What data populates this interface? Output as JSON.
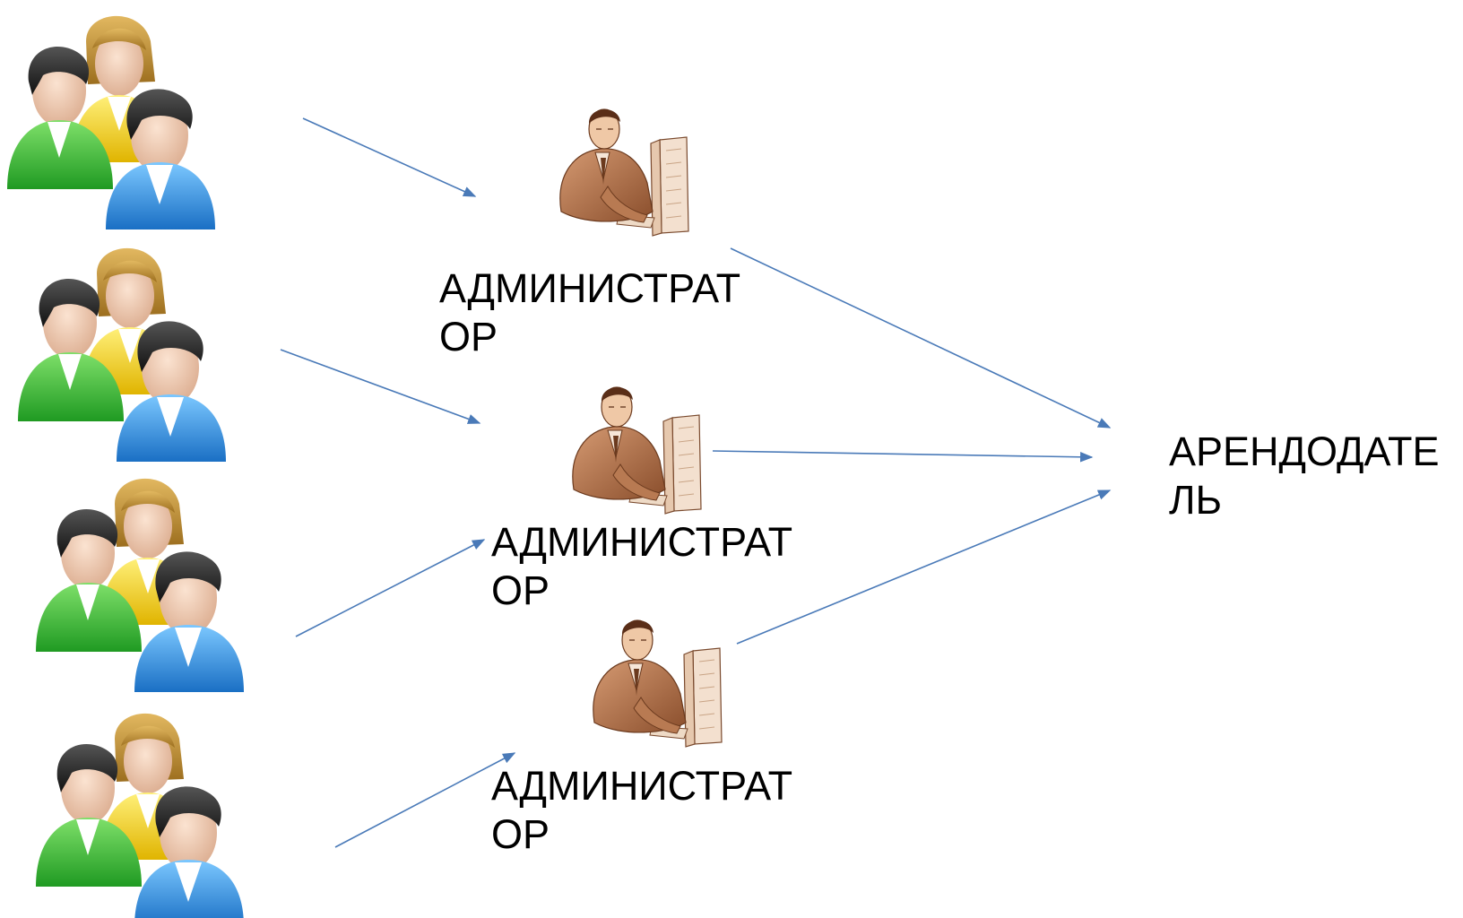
{
  "administrators": [
    {
      "line1": "АДМИНИСТРАТ",
      "line2": "ОР"
    },
    {
      "line1": "АДМИНИСТРАТ",
      "line2": "ОР"
    },
    {
      "line1": "АДМИНИСТРАТ",
      "line2": "ОР"
    }
  ],
  "landlord": {
    "line1": "АРЕНДОДАТЕ",
    "line2": "ЛЬ"
  },
  "icons": {
    "user_group": "user-group-icon",
    "administrator": "administrator-at-computer-icon"
  },
  "colors": {
    "arrow": "#4a7ab8",
    "person_green": "#3cb93c",
    "person_yellow": "#f2d02a",
    "person_blue": "#2f8fe0",
    "hair_dark": "#2a2a2a",
    "hair_blonde": "#c99a3a",
    "skin": "#f2cbb0",
    "admin_brown": "#a86a45"
  }
}
